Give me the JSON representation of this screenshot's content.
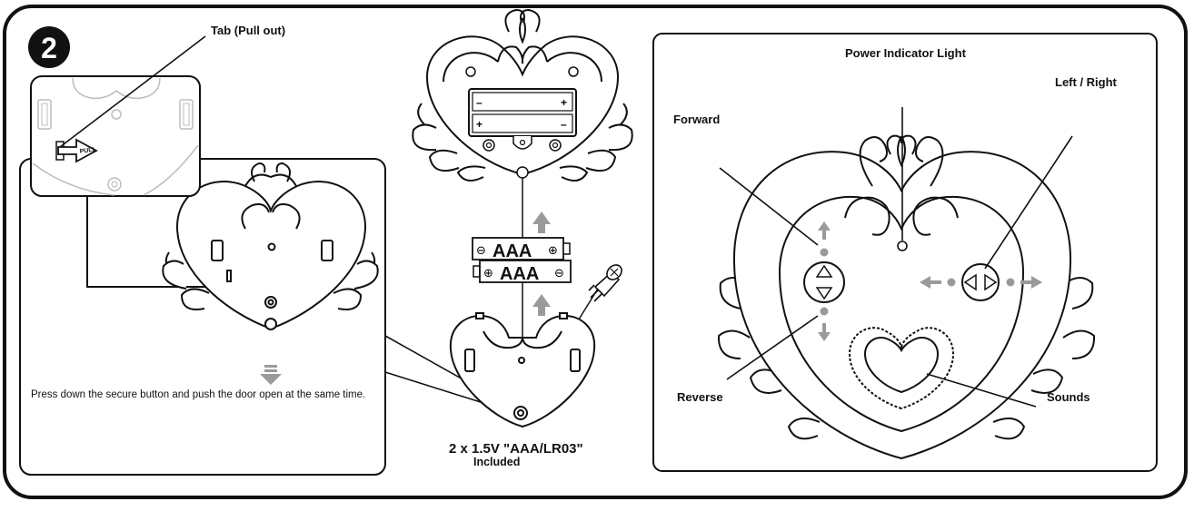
{
  "step": {
    "number": "2"
  },
  "left_panel": {
    "tab_label": "Tab (Pull out)",
    "pull_label": "PULL",
    "instruction": "Press down the secure button and push the door open at the same time."
  },
  "battery": {
    "cell_label_top": "AAA",
    "cell_label_bottom": "AAA",
    "minus_symbol": "⊖",
    "plus_symbol": "⊕",
    "plus_sign": "+",
    "minus_sign": "–",
    "spec": "2 x 1.5V \"AAA/LR03\"",
    "included": "Included"
  },
  "controls": {
    "power_indicator": "Power Indicator Light",
    "left_right": "Left / Right",
    "forward": "Forward",
    "reverse": "Reverse",
    "sounds": "Sounds"
  },
  "colors": {
    "ink": "#111111",
    "arrow_gray": "#9a9a9a",
    "outline_gray": "#bdbdbd"
  }
}
